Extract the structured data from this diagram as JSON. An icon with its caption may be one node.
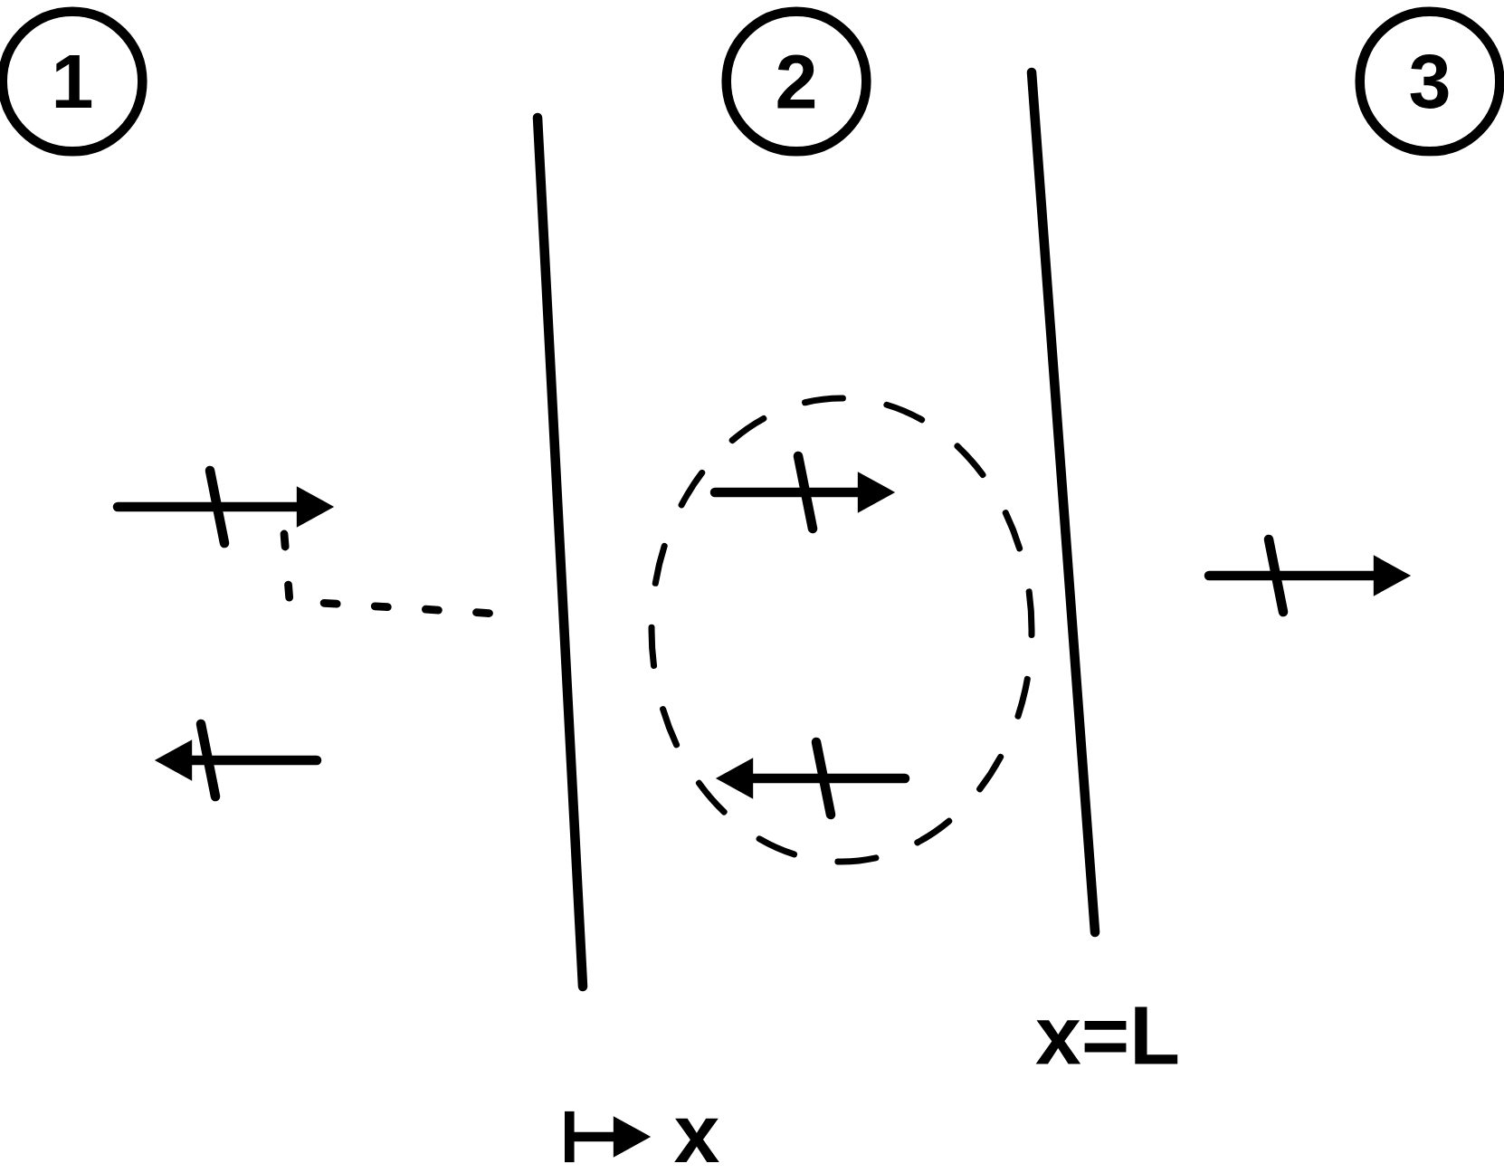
{
  "diagram": {
    "nodes": [
      {
        "text": [
          "1"
        ]
      },
      {
        "text": [
          "2"
        ]
      },
      {
        "text": [
          "3"
        ]
      }
    ],
    "labels": [
      "x=L",
      "x"
    ]
  }
}
